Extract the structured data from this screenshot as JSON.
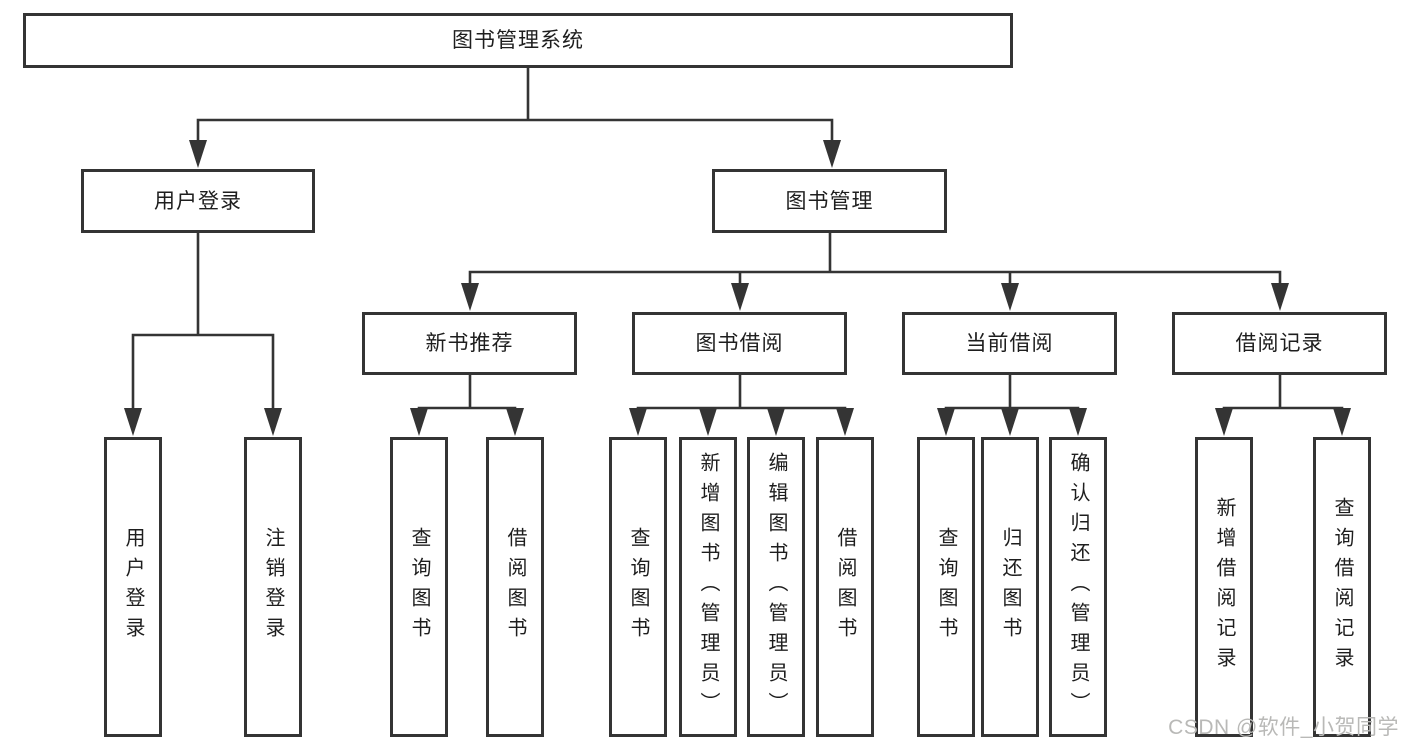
{
  "tree": {
    "root": {
      "label": "图书管理系统"
    },
    "branches": [
      {
        "label": "用户登录",
        "children": [
          {
            "label": "用户登录"
          },
          {
            "label": "注销登录"
          }
        ]
      },
      {
        "label": "图书管理",
        "children": [
          {
            "label": "新书推荐",
            "children": [
              {
                "label": "查询图书"
              },
              {
                "label": "借阅图书"
              }
            ]
          },
          {
            "label": "图书借阅",
            "children": [
              {
                "label": "查询图书"
              },
              {
                "label": "新增图书（管理员）"
              },
              {
                "label": "编辑图书（管理员）"
              },
              {
                "label": "借阅图书"
              }
            ]
          },
          {
            "label": "当前借阅",
            "children": [
              {
                "label": "查询图书"
              },
              {
                "label": "归还图书"
              },
              {
                "label": "确认归还（管理员）"
              }
            ]
          },
          {
            "label": "借阅记录",
            "children": [
              {
                "label": "新增借阅记录"
              },
              {
                "label": "查询借阅记录"
              }
            ]
          }
        ]
      }
    ]
  },
  "watermark": {
    "text": "CSDN @软件_小贺同学"
  },
  "colors": {
    "line": "#343434",
    "text": "#1e1e1e",
    "box_background": "#ffffff",
    "watermark": "#b9b9b7"
  }
}
